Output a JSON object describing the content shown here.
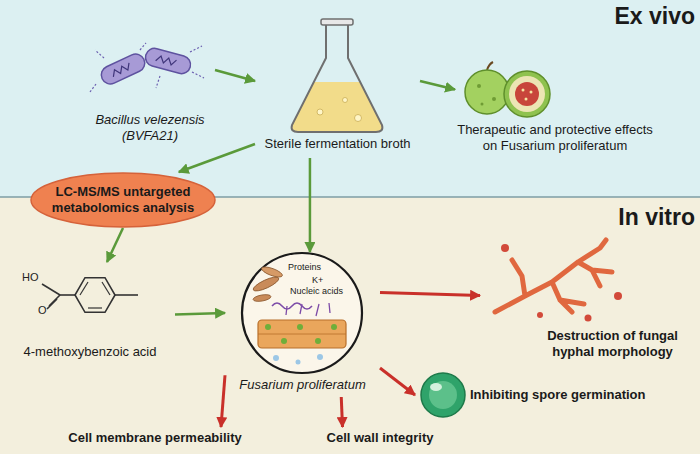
{
  "diagram": {
    "nodes": [
      {
        "text": [
          "Ex vivo"
        ]
      },
      {
        "text": [
          "Bacillus velezensis (BVFA21)"
        ],
        "in": 0
      },
      {
        "text": [
          "Sterile fermentation broth"
        ],
        "in": 0
      },
      {
        "text": [
          "Therapeutic and protective effects on Fusarium proliferatum"
        ],
        "in": 0
      },
      {
        "text": [
          "In vitro"
        ]
      },
      {
        "text": [
          "LC-MS/MS untargeted metabolomics analysis"
        ]
      },
      {
        "text": [
          "4-methoxybenzoic acid"
        ],
        "in": 4
      },
      {
        "text": [
          "Proteins",
          "K+",
          "Nucleic acids",
          "Fusarium proliferatum"
        ],
        "in": 4
      },
      {
        "text": [
          "Destruction of fungal hyphal morphology"
        ],
        "in": 4
      },
      {
        "text": [
          "Inhibiting spore germination"
        ],
        "in": 4
      },
      {
        "text": [
          "Cell membrane permeability"
        ],
        "in": 4
      },
      {
        "text": [
          "Cell wall integrity"
        ],
        "in": 4
      }
    ],
    "edges": [
      {
        "from": 1,
        "to": 2,
        "arrow": "to"
      },
      {
        "from": 2,
        "to": 3,
        "arrow": "to"
      },
      {
        "from": 2,
        "to": 5,
        "arrow": "to"
      },
      {
        "from": 2,
        "to": 7,
        "arrow": "to"
      },
      {
        "from": 5,
        "to": 6,
        "arrow": "to"
      },
      {
        "from": 6,
        "to": 7,
        "arrow": "to"
      },
      {
        "from": 7,
        "to": 8,
        "arrow": "to"
      },
      {
        "from": 7,
        "to": 9,
        "arrow": "to"
      },
      {
        "from": 7,
        "to": 10,
        "arrow": "to"
      },
      {
        "from": 7,
        "to": 11,
        "arrow": "to"
      }
    ],
    "labels": [
      "HO",
      "O"
    ]
  }
}
